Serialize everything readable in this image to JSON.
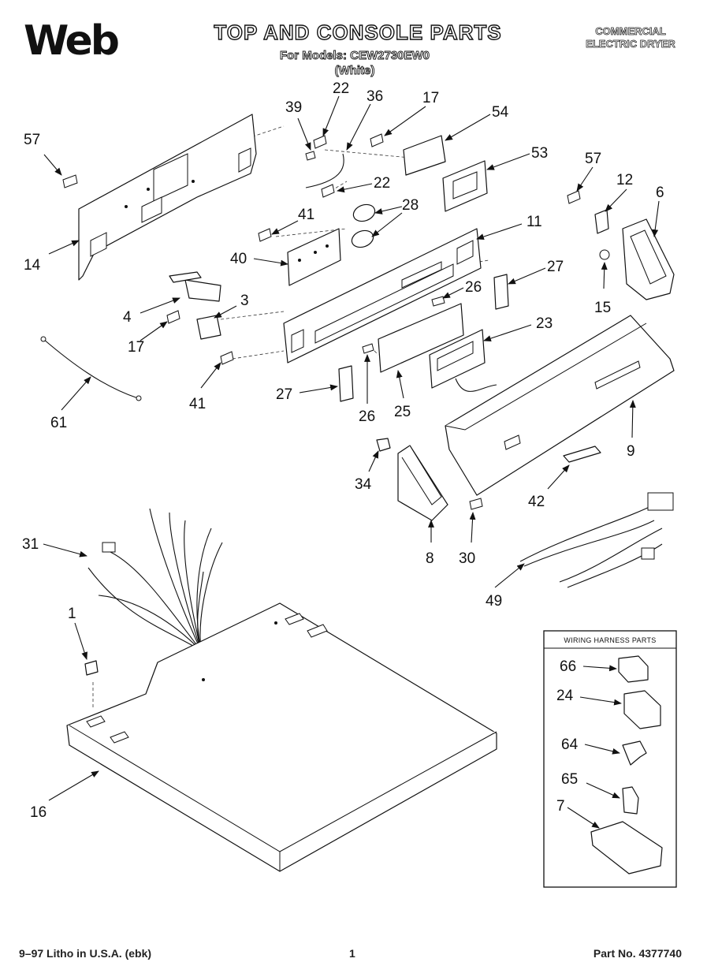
{
  "header": {
    "logo": "Web",
    "title": "TOP AND CONSOLE PARTS",
    "models_line": "For Models: CEW2730EW0",
    "color_line": "(White)",
    "product_line1": "COMMERCIAL",
    "product_line2": "ELECTRIC DRYER"
  },
  "callouts": [
    "57",
    "14",
    "39",
    "22",
    "36",
    "17",
    "54",
    "53",
    "22",
    "41",
    "40",
    "28",
    "11",
    "57",
    "12",
    "6",
    "15",
    "27",
    "26",
    "23",
    "4",
    "3",
    "17",
    "41",
    "27",
    "26",
    "25",
    "9",
    "61",
    "34",
    "42",
    "31",
    "8",
    "30",
    "49",
    "1",
    "16"
  ],
  "wiring_harness": {
    "heading": "WIRING HARNESS PARTS",
    "labels": [
      "66",
      "24",
      "64",
      "65",
      "7"
    ]
  },
  "footer": {
    "left": "9–97 Litho in U.S.A. (ebk)",
    "page": "1",
    "part_no": "Part No. 4377740"
  },
  "leader_arrow": "arrowhead"
}
